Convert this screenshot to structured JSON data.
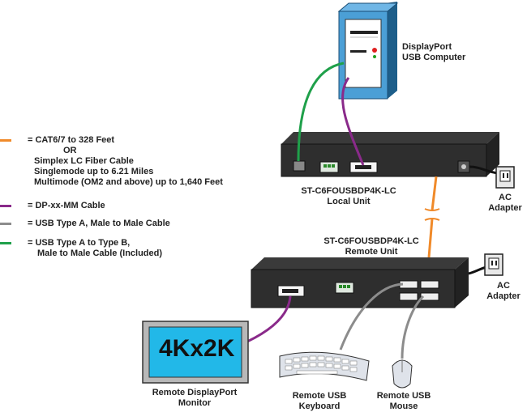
{
  "legend": [
    {
      "color": "#f08a2a",
      "lines": [
        "= CAT6/7 to 328 Feet",
        "OR",
        "Simplex LC Fiber Cable",
        "Singlemode up to 6.21 Miles",
        "Multimode (OM2 and above) up to 1,640 Feet"
      ]
    },
    {
      "color": "#8a2a8a",
      "lines": [
        "= DP-xx-MM Cable"
      ]
    },
    {
      "color": "#8c8c8c",
      "lines": [
        "= USB Type A, Male to Male Cable"
      ]
    },
    {
      "color": "#1fa04a",
      "lines": [
        "= USB Type A to Type B,",
        "Male to Male Cable (Included)"
      ]
    }
  ],
  "computer": {
    "line1": "DisplayPort",
    "line2": "USB Computer"
  },
  "local_unit": {
    "model": "ST-C6FOUSBDP4K-LC",
    "name": "Local Unit"
  },
  "remote_unit": {
    "model": "ST-C6FOUSBDP4K-LC",
    "name": "Remote Unit"
  },
  "adapter_local": {
    "line1": "AC",
    "line2": "Adapter"
  },
  "adapter_remote": {
    "line1": "AC",
    "line2": "Adapter"
  },
  "monitor": {
    "screen_text": "4Kx2K",
    "line1": "Remote DisplayPort",
    "line2": "Monitor"
  },
  "keyboard": {
    "line1": "Remote USB",
    "line2": "Keyboard"
  },
  "mouse": {
    "line1": "Remote USB",
    "line2": "Mouse"
  }
}
